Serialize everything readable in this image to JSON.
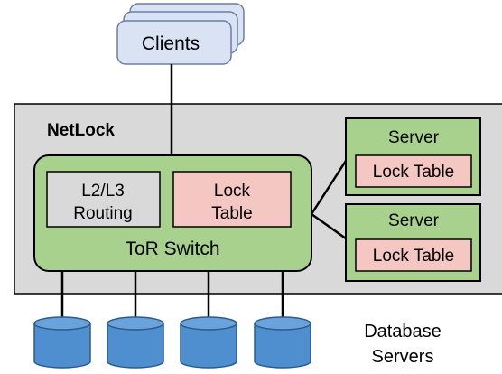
{
  "diagram": {
    "clients_label": "Clients",
    "netlock_label": "NetLock",
    "routing_label_line1": "L2/L3",
    "routing_label_line2": "Routing",
    "switch_lock_table_line1": "Lock",
    "switch_lock_table_line2": "Table",
    "tor_switch_label": "ToR Switch",
    "servers": [
      {
        "label": "Server",
        "lock_table_label": "Lock Table"
      },
      {
        "label": "Server",
        "lock_table_label": "Lock Table"
      }
    ],
    "database_servers_line1": "Database",
    "database_servers_line2": "Servers"
  },
  "colors": {
    "clients_fill": "#dae3f3",
    "clients_stroke": "#6b7fa6",
    "netlock_region_fill": "#d9d9d9",
    "switch_fill": "#a9d18e",
    "routing_fill": "#d9d9d9",
    "lock_table_fill": "#f4c7c3",
    "server_fill": "#a9d18e",
    "database_fill": "#4f8fd0",
    "database_stroke": "#2b5b8a"
  }
}
